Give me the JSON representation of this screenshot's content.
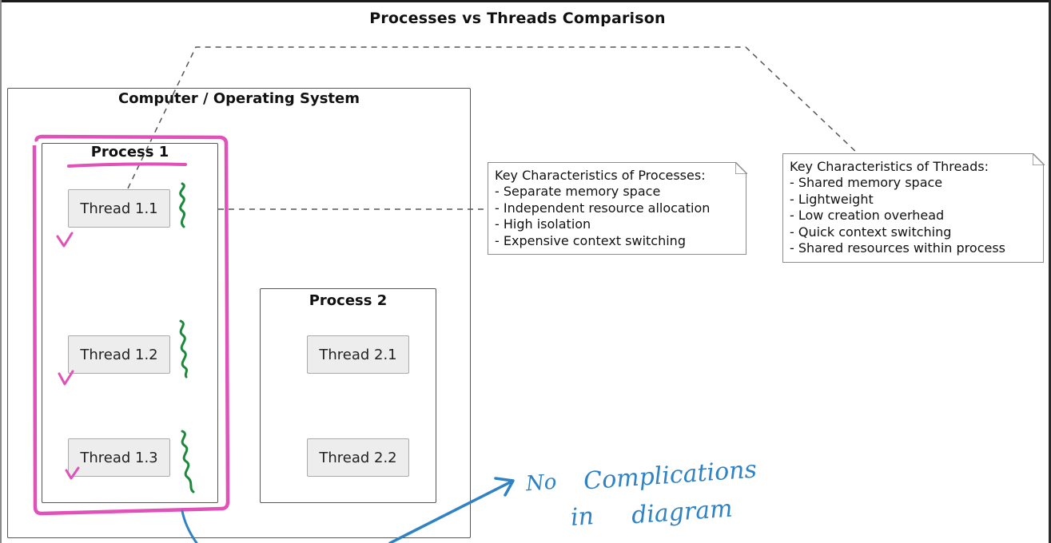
{
  "diagram": {
    "title": "Processes vs Threads Comparison",
    "system": {
      "title": "Computer / Operating System"
    },
    "process1": {
      "title": "Process 1",
      "threads": [
        "Thread 1.1",
        "Thread 1.2",
        "Thread 1.3"
      ]
    },
    "process2": {
      "title": "Process 2",
      "threads": [
        "Thread 2.1",
        "Thread 2.2"
      ]
    },
    "process_note": {
      "heading": "Key Characteristics of Processes:",
      "items": [
        "Separate memory space",
        "Independent resource allocation",
        "High isolation",
        "Expensive context switching"
      ]
    },
    "thread_note": {
      "heading": "Key Characteristics of Threads:",
      "items": [
        "Shared memory space",
        "Lightweight",
        "Low creation overhead",
        "Quick context switching",
        "Shared resources within process"
      ]
    }
  },
  "annotations": {
    "handwriting": [
      "No",
      "Complications",
      "in",
      "diagram"
    ],
    "colors": {
      "highlight": "#e052b8",
      "thread_mark": "#1a8a3a",
      "arrow": "#2f82c4"
    }
  }
}
